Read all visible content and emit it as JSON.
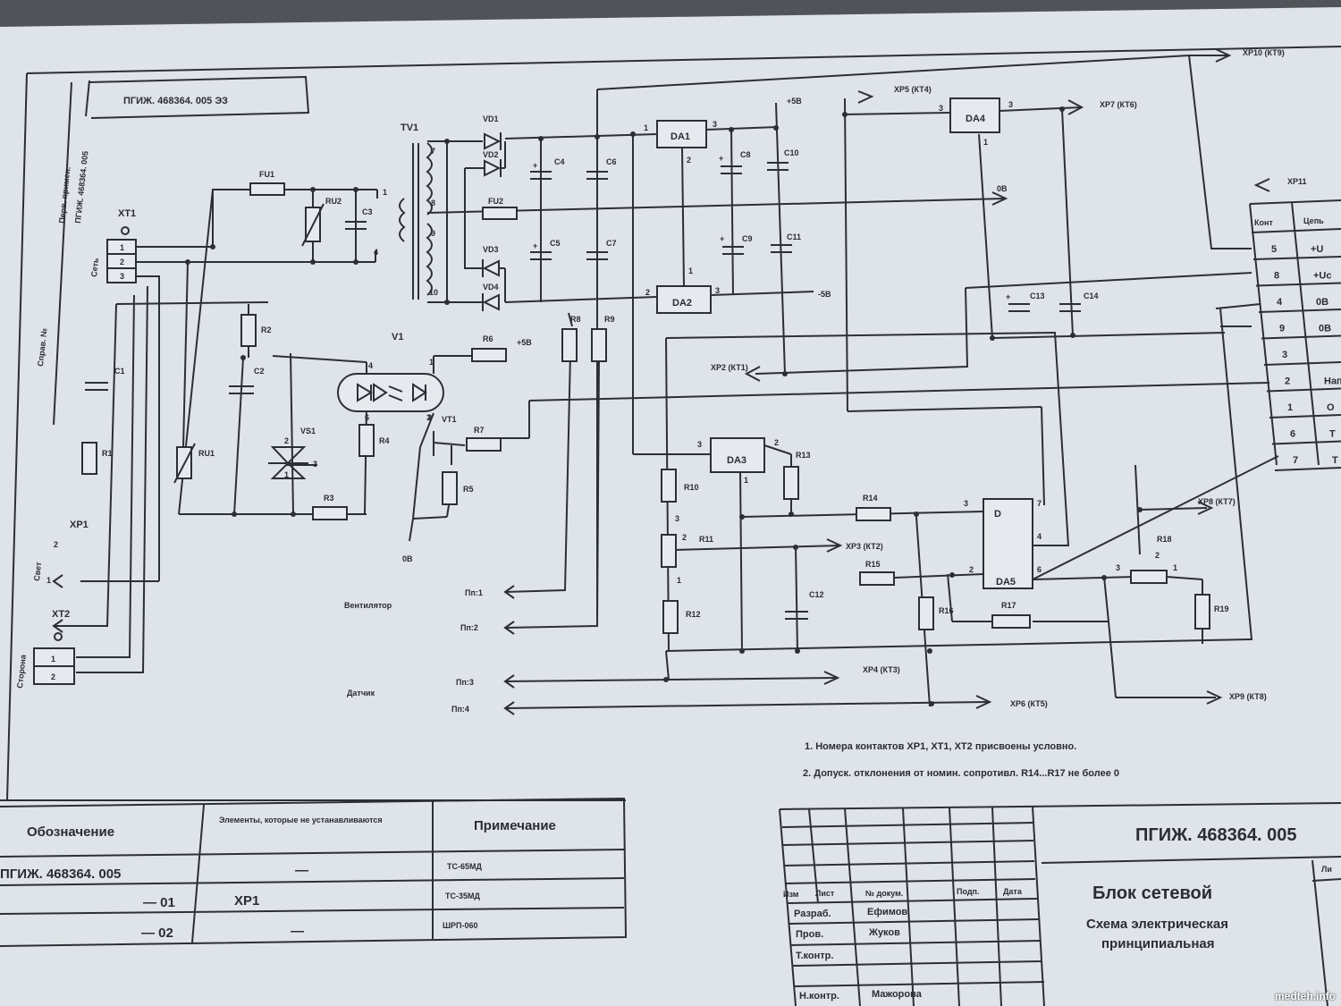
{
  "doc_code_stamp": "ПГИЖ. 468364. 005 ЭЗ",
  "side_labels": {
    "perv_primen": "Перв. примен.",
    "perv_code": "ПГИЖ. 468364. 005",
    "sprav": "Справ. №"
  },
  "title_block": {
    "doc_code": "ПГИЖ. 468364. 005",
    "title": "Блок сетевой",
    "subtitle_line1": "Схема электрическая",
    "subtitle_line2": "принципиальная",
    "header_cols": [
      "Изм",
      "Лист",
      "№ докум.",
      "Подп.",
      "Дата"
    ],
    "roles": [
      {
        "role": "Разраб.",
        "name": "Ефимов"
      },
      {
        "role": "Пров.",
        "name": "Жуков"
      },
      {
        "role": "Т.контр.",
        "name": ""
      },
      {
        "role": "Н.контр.",
        "name": "Мажорова"
      }
    ],
    "lit": "Ли"
  },
  "variants_table": {
    "headers": [
      "Обозначение",
      "Элементы, которые не устанавливаются",
      "Примечание"
    ],
    "rows": [
      {
        "code": "ПГИЖ. 468364. 005",
        "element": "—",
        "note": "ТС-65МД"
      },
      {
        "code": "— 01",
        "element": "XP1",
        "note": "ТС-35МД"
      },
      {
        "code": "— 02",
        "element": "—",
        "note": "ШРП-060"
      }
    ]
  },
  "notes": [
    "1. Номера контактов XP1, XT1, XT2 присвоены условно.",
    "2. Допуск. отклонения от номин. сопротивл. R14...R17 не более 0"
  ],
  "connector_xp11": {
    "title": "XP11",
    "headers": [
      "Конт",
      "Цепь"
    ],
    "rows": [
      {
        "pin": "5",
        "net": "+U"
      },
      {
        "pin": "8",
        "net": "+Uc"
      },
      {
        "pin": "4",
        "net": "0B"
      },
      {
        "pin": "9",
        "net": "0B"
      },
      {
        "pin": "3",
        "net": ""
      },
      {
        "pin": "2",
        "net": "Нап"
      },
      {
        "pin": "1",
        "net": "O"
      },
      {
        "pin": "6",
        "net": "T"
      },
      {
        "pin": "7",
        "net": "T"
      }
    ]
  },
  "schematic": {
    "transformer": "TV1",
    "winding_pins": [
      "1",
      "4",
      "7",
      "8",
      "9",
      "10"
    ],
    "fuses": [
      "FU1",
      "FU2"
    ],
    "varistors": [
      "RU1",
      "RU2"
    ],
    "resistors": [
      "R1",
      "R2",
      "R3",
      "R4",
      "R5",
      "R6",
      "R7",
      "R8",
      "R9",
      "R10",
      "R11",
      "R12",
      "R13",
      "R14",
      "R15",
      "R16",
      "R17",
      "R18",
      "R19"
    ],
    "capacitors": [
      "C1",
      "C2",
      "C3",
      "C4",
      "C5",
      "C6",
      "C7",
      "C8",
      "C9",
      "C10",
      "C11",
      "C12",
      "C13",
      "C14"
    ],
    "diodes": [
      "VD1",
      "VD2",
      "VD3",
      "VD4"
    ],
    "ics": [
      "DA1",
      "DA2",
      "DA3",
      "DA4",
      "DA5"
    ],
    "optocoupler": "V1",
    "thyristor": "VS1",
    "transistor": "VT1",
    "terminal_xt1": {
      "name": "XT1",
      "label": "Сеть",
      "pins": [
        "1",
        "2",
        "3"
      ]
    },
    "terminal_xt2": {
      "name": "XT2",
      "label": "Сторона",
      "pins": [
        "1",
        "2"
      ]
    },
    "xp1": {
      "name": "XP1",
      "label": "Свет",
      "pins": [
        "2",
        "1"
      ]
    },
    "rails": {
      "plus": "+5B",
      "minus": "-5B",
      "zero": "0B"
    },
    "test_points": [
      "XP2 (КТ1)",
      "XP3 (КТ2)",
      "XP4 (КТ3)",
      "XP5 (КТ4)",
      "XP7 (КТ6)",
      "XP8 (КТ7)",
      "XP9 (КТ8)",
      "XP6 (КТ5)",
      "XP10 (КТ9)"
    ],
    "fan_label": "Вентилятор",
    "sensor_label": "Датчик",
    "contacts": [
      "Пп:1",
      "Пп:2",
      "Пп:3",
      "Пп:4"
    ],
    "da5_symbol": "D"
  },
  "watermark": "medteh.info"
}
